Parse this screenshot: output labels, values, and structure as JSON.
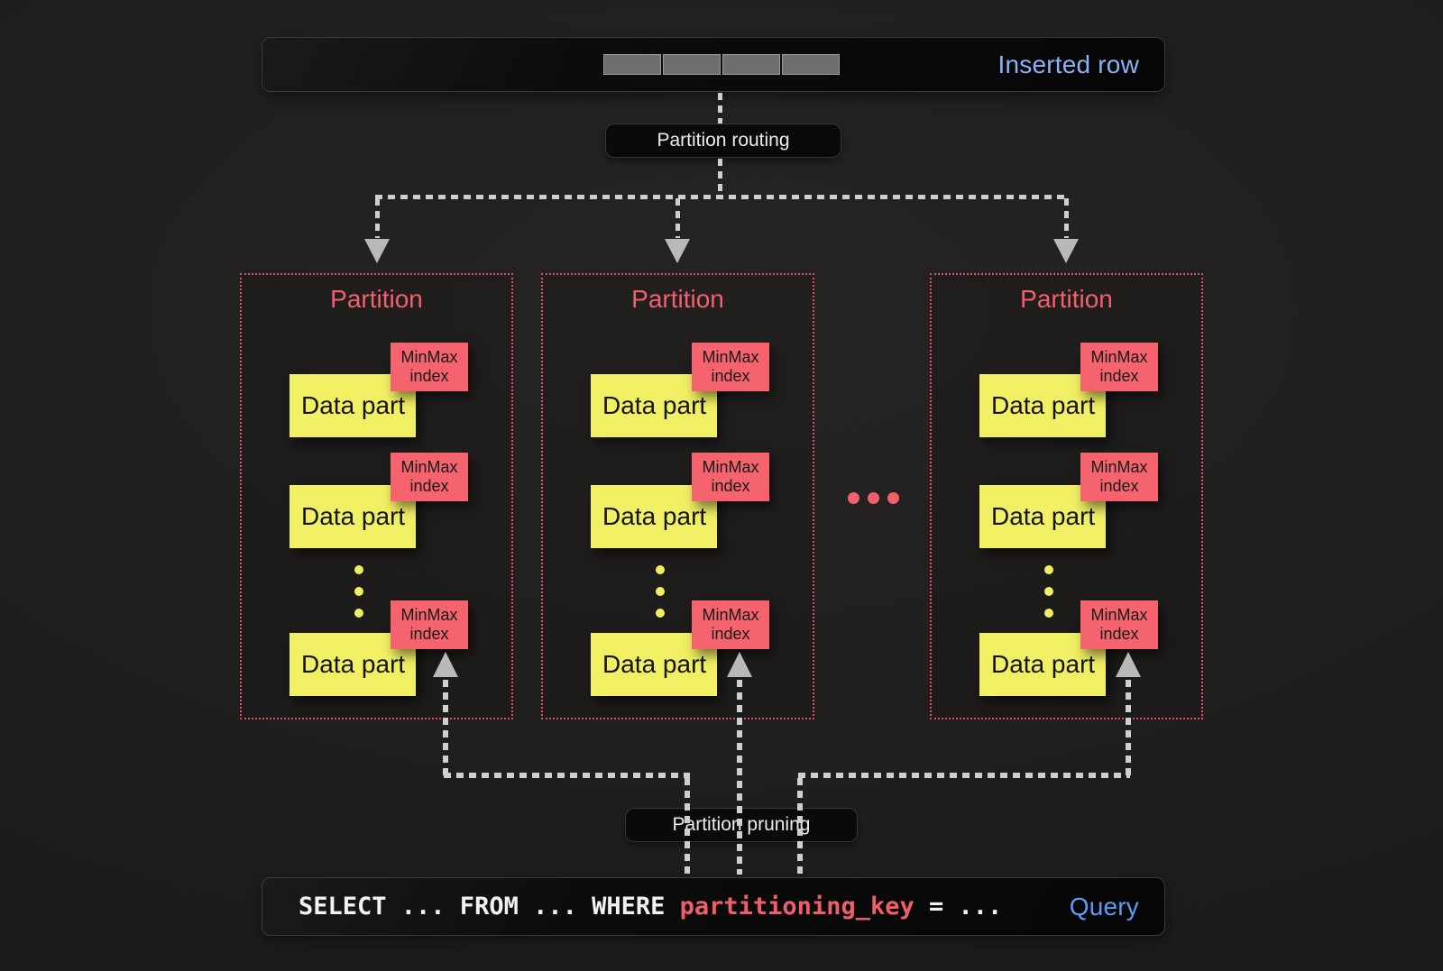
{
  "inserted_row": {
    "label": "Inserted row",
    "cell_count": 4
  },
  "routing": {
    "label": "Partition routing"
  },
  "pruning": {
    "label": "Partition pruning"
  },
  "partitions": [
    {
      "title": "Partition",
      "parts": [
        {
          "label": "Data part",
          "index": "MinMax index"
        },
        {
          "label": "Data part",
          "index": "MinMax index"
        },
        {
          "label": "Data part",
          "index": "MinMax index"
        }
      ]
    },
    {
      "title": "Partition",
      "parts": [
        {
          "label": "Data part",
          "index": "MinMax index"
        },
        {
          "label": "Data part",
          "index": "MinMax index"
        },
        {
          "label": "Data part",
          "index": "MinMax index"
        }
      ]
    },
    {
      "title": "Partition",
      "parts": [
        {
          "label": "Data part",
          "index": "MinMax index"
        },
        {
          "label": "Data part",
          "index": "MinMax index"
        },
        {
          "label": "Data part",
          "index": "MinMax index"
        }
      ]
    }
  ],
  "partitions_ellipsis_dots": 3,
  "query": {
    "sql_prefix": "SELECT ... FROM ... WHERE ",
    "sql_key": "partitioning_key",
    "sql_suffix": " = ...",
    "label": "Query"
  },
  "colors": {
    "data_part_yellow": "#f1ef63",
    "minmax_red": "#f4636e",
    "partition_title_red": "#f2606c",
    "partition_border_red": "#e2505f",
    "inserted_row_blue": "#8ab3f3",
    "query_blue": "#5e9cf3",
    "sql_key_red": "#ed5f6a",
    "connector_gray": "#cfcfcf",
    "arrowhead_gray": "#b9b9b9"
  }
}
